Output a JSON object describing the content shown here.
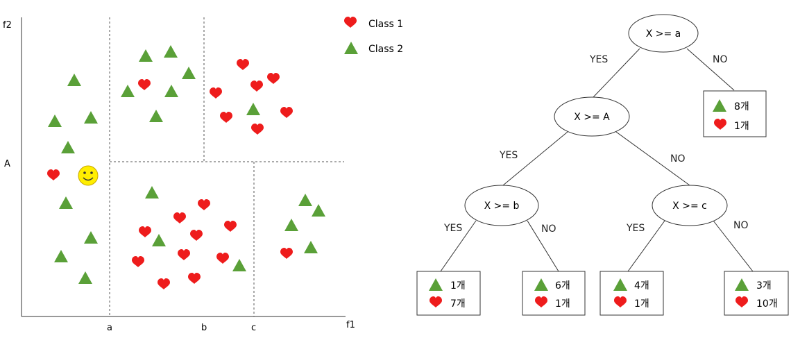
{
  "scatter": {
    "y_axis_label": "f2",
    "x_axis_label": "f1",
    "y_tick_A": "A",
    "x_tick_a": "a",
    "x_tick_b": "b",
    "x_tick_c": "c",
    "legend": {
      "class1": "Class 1",
      "class2": "Class 2"
    },
    "colors": {
      "class1": "#ee1c1c",
      "class2": "#5aa038",
      "query": "#ffee00"
    },
    "query_marker": "smiley-face-icon"
  },
  "tree": {
    "nodes": {
      "root": "X >= a",
      "left": "X >= A",
      "ll": "X >= b",
      "lr": "X >= c"
    },
    "edges": {
      "root_yes": "YES",
      "root_no": "NO",
      "left_yes": "YES",
      "left_no": "NO",
      "ll_yes": "YES",
      "ll_no": "NO",
      "lr_yes": "YES",
      "lr_no": "NO"
    },
    "leaves": {
      "root_no": {
        "tri": "8개",
        "heart": "1개"
      },
      "ll_yes": {
        "tri": "1개",
        "heart": "7개"
      },
      "ll_no": {
        "tri": "6개",
        "heart": "1개"
      },
      "lr_yes": {
        "tri": "4개",
        "heart": "1개"
      },
      "lr_no": {
        "tri": "3개",
        "heart": "10개"
      }
    }
  }
}
